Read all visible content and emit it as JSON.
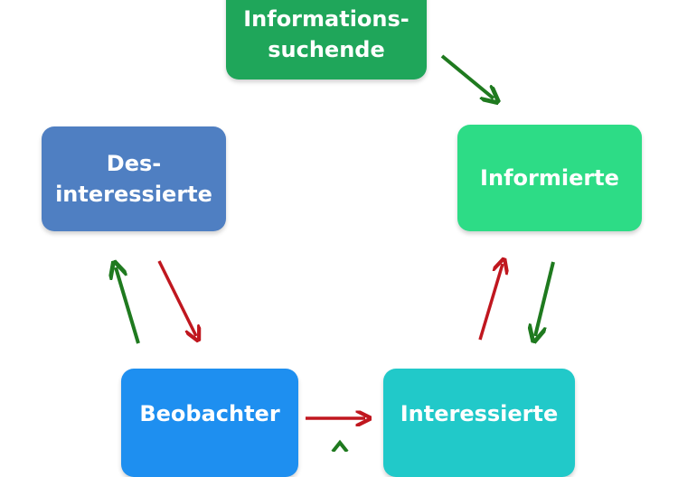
{
  "diagram": {
    "nodes": {
      "information_seekers": "Informations-\nsuchende",
      "informed": "Informierte",
      "interested": "Interessierte",
      "observers": "Beobachter",
      "disinterested": "Des-\ninteressierte"
    },
    "colors": {
      "information_seekers": "#1fa65a",
      "informed": "#2ddc86",
      "interested": "#21c9c9",
      "observers": "#1e8ff0",
      "disinterested": "#4f7fc2",
      "forward_arrow": "#1f7a1f",
      "backward_arrow": "#c0171f"
    }
  }
}
